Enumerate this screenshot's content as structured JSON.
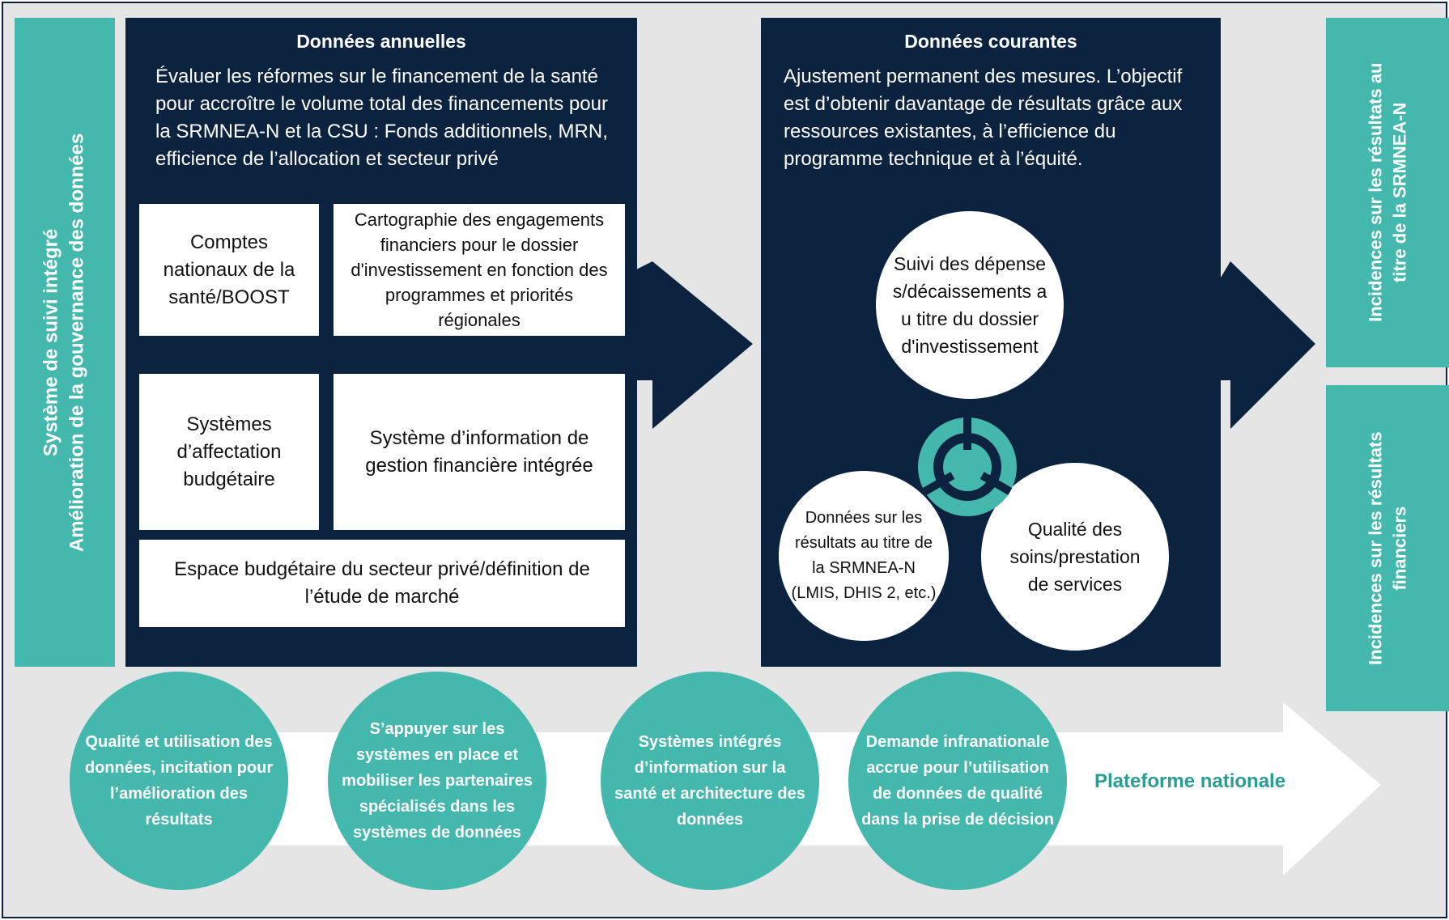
{
  "left_panel": {
    "line1": "Système de suivi intégré",
    "line2": "Amélioration de la gouvernance des données"
  },
  "annual": {
    "title": "Données annuelles",
    "description": "Évaluer les réformes sur le financement de la santé pour accroître le volume total des financements pour la SRMNEA-N et la CSU : Fonds additionnels, MRN, efficience de l’allocation et secteur privé",
    "boxes": [
      "Comptes nationaux de la santé/BOOST",
      "Cartographie des engagements financiers pour le dossier d'investissement en fonction des programmes et priorités régionales",
      "Systèmes d’affectation budgétaire",
      "Système d’information de gestion financière intégrée",
      "Espace budgétaire du secteur privé/définition de l’étude de marché"
    ]
  },
  "current": {
    "title": "Données courantes",
    "description": "Ajustement permanent des mesures. L’objectif est d’obtenir davantage de résultats grâce aux ressources existantes, à l’efficience du programme technique et à l’équité.",
    "circles": [
      "Suivi des dépenses/décaissements au titre du dossier d'investissement",
      "Données sur les résultats au titre de la SRMNEA-N (LMIS, DHIS 2, etc.)",
      "Qualité des soins/prestation de services"
    ]
  },
  "right_panels": [
    {
      "line1": "Incidences sur les résultats au",
      "line2": "titre de la SRMNEA-N"
    },
    {
      "line1": "Incidences sur les résultats",
      "line2": "financiers"
    }
  ],
  "bottom": {
    "circles": [
      "Qualité et utilisation des données, incitation pour l’amélioration des résultats",
      "S’appuyer sur les systèmes en place et mobiliser les partenaires spécialisés dans les systèmes de données",
      "Systèmes intégrés d’information sur la santé et architecture des données",
      "Demande infranationale accrue pour l’utilisation de données de qualité dans la prise de décision"
    ],
    "platform_label": "Plateforme nationale"
  },
  "colors": {
    "navy": "#0c2340",
    "teal": "#45b8ae",
    "background": "#e5e5e5"
  }
}
